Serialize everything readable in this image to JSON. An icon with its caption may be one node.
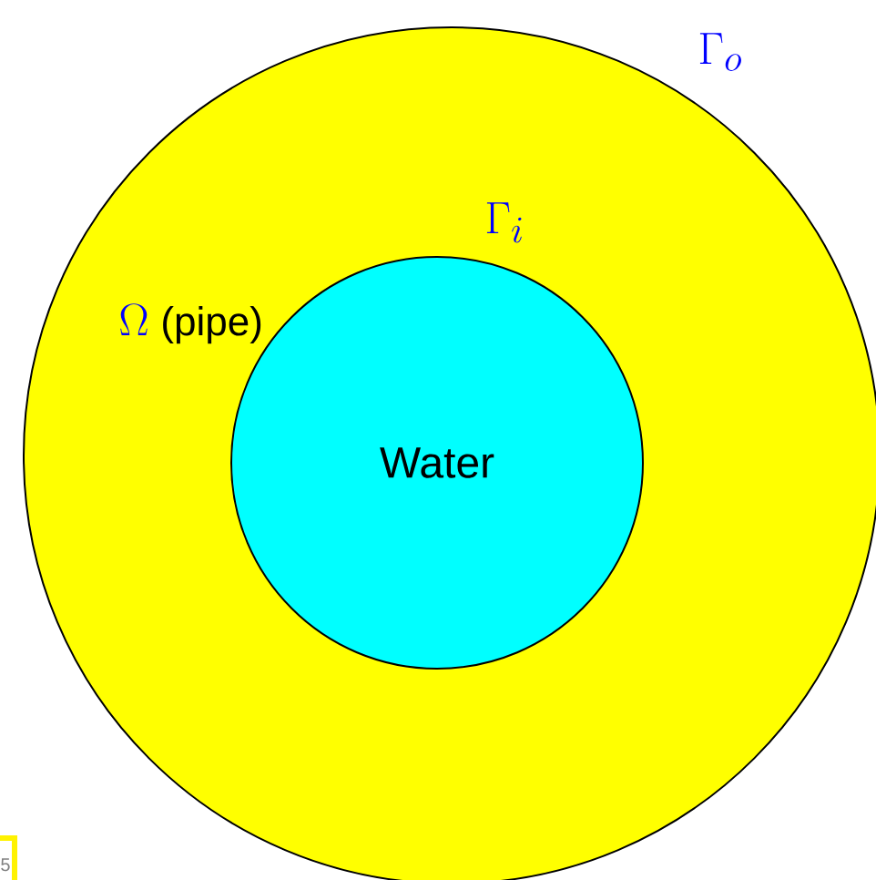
{
  "diagram": {
    "nodes": [
      {
        "text": [
          "\\Omega",
          "(pipe)"
        ]
      },
      {
        "text": [
          "Water"
        ],
        "in": 0
      }
    ],
    "edges": [],
    "labels": [
      "\\Gamma_o",
      "\\Gamma_i",
      "5"
    ]
  }
}
